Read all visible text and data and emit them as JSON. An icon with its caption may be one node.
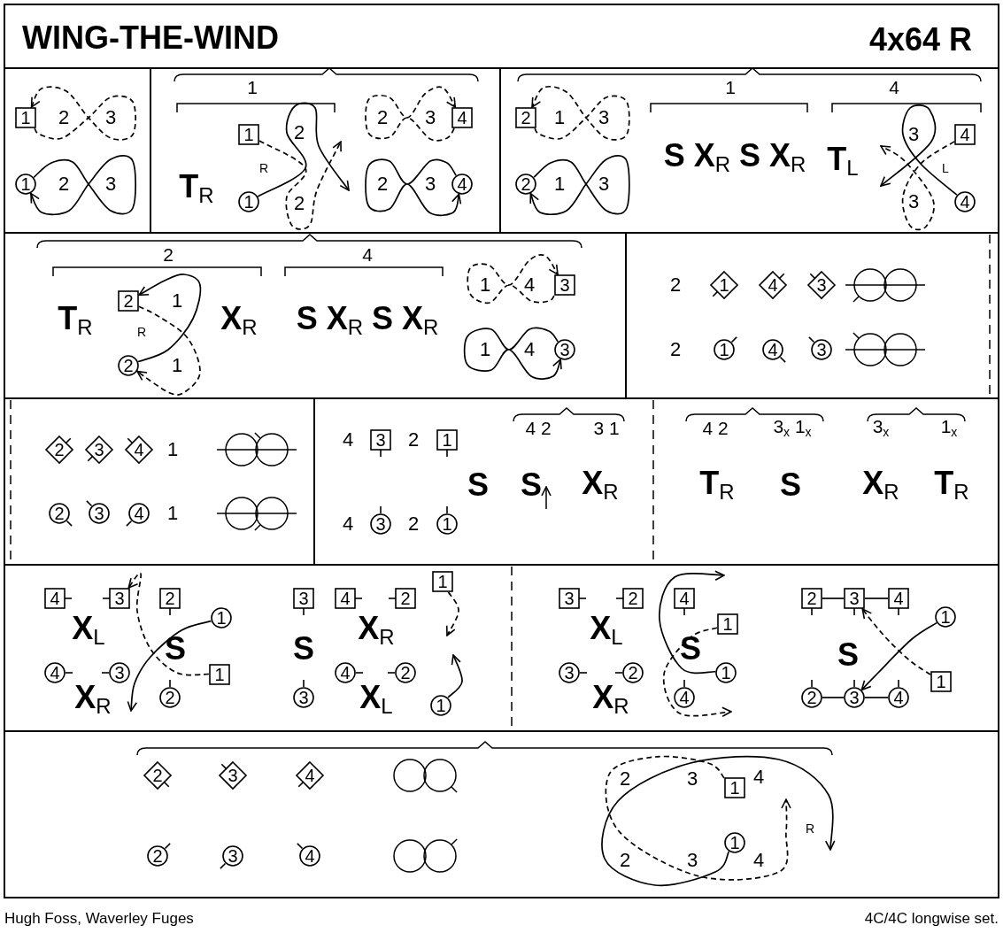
{
  "diagram": {
    "title": "WING-THE-WIND",
    "nodes": [
      {
        "text": [
          "1"
        ]
      },
      {
        "text": [
          "1"
        ]
      },
      {
        "text": [
          "1"
        ]
      },
      {
        "text": [
          "1"
        ]
      },
      {
        "text": [
          "4"
        ]
      },
      {
        "text": [
          "4"
        ]
      },
      {
        "text": [
          "2"
        ]
      },
      {
        "text": [
          "2"
        ]
      },
      {
        "text": [
          "4"
        ]
      },
      {
        "text": [
          "4"
        ]
      },
      {
        "text": [
          "2"
        ]
      },
      {
        "text": [
          "2"
        ]
      },
      {
        "text": [
          "3"
        ]
      },
      {
        "text": [
          "3"
        ]
      },
      {
        "text": [
          "1"
        ]
      },
      {
        "text": [
          "4"
        ]
      },
      {
        "text": [
          "3"
        ]
      },
      {
        "text": [
          "1"
        ]
      },
      {
        "text": [
          "4"
        ]
      },
      {
        "text": [
          "3"
        ]
      },
      {
        "text": [
          "2"
        ]
      },
      {
        "text": [
          "3"
        ]
      },
      {
        "text": [
          "4"
        ]
      },
      {
        "text": [
          "2"
        ]
      },
      {
        "text": [
          "3"
        ]
      },
      {
        "text": [
          "4"
        ]
      },
      {
        "text": [
          "3"
        ]
      },
      {
        "text": [
          "1"
        ]
      },
      {
        "text": [
          "3"
        ]
      },
      {
        "text": [
          "1"
        ]
      },
      {
        "text": [
          "4"
        ]
      },
      {
        "text": [
          "3"
        ]
      },
      {
        "text": [
          "2"
        ]
      },
      {
        "text": [
          "1"
        ]
      },
      {
        "text": [
          "4"
        ]
      },
      {
        "text": [
          "3"
        ]
      },
      {
        "text": [
          "2"
        ]
      },
      {
        "text": [
          "1"
        ]
      },
      {
        "text": [
          "3"
        ]
      },
      {
        "text": [
          "4"
        ]
      },
      {
        "text": [
          "2"
        ]
      },
      {
        "text": [
          "1"
        ]
      },
      {
        "text": [
          "3"
        ]
      },
      {
        "text": [
          "4"
        ]
      },
      {
        "text": [
          "2"
        ]
      },
      {
        "text": [
          "1"
        ]
      },
      {
        "text": [
          "3"
        ]
      },
      {
        "text": [
          "2"
        ]
      },
      {
        "text": [
          "4"
        ]
      },
      {
        "text": [
          "1"
        ]
      },
      {
        "text": [
          "3"
        ]
      },
      {
        "text": [
          "2"
        ]
      },
      {
        "text": [
          "1"
        ]
      },
      {
        "text": [
          "4"
        ]
      },
      {
        "text": [
          "2"
        ]
      },
      {
        "text": [
          "3"
        ]
      },
      {
        "text": [
          "4"
        ]
      },
      {
        "text": [
          "1"
        ]
      },
      {
        "text": [
          "1"
        ]
      },
      {
        "text": [
          "2"
        ]
      },
      {
        "text": [
          "3"
        ]
      },
      {
        "text": [
          "4"
        ]
      },
      {
        "text": [
          "2"
        ]
      },
      {
        "text": [
          "3"
        ]
      },
      {
        "text": [
          "4"
        ]
      },
      {
        "text": [
          "2"
        ]
      },
      {
        "text": [
          "3"
        ]
      },
      {
        "text": [
          "4"
        ]
      },
      {
        "text": [
          "1"
        ]
      },
      {
        "text": [
          "1"
        ]
      }
    ],
    "edges": [
      {
        "from": 0,
        "to": 0,
        "arrow": "to",
        "style": "dashed"
      },
      {
        "from": 1,
        "to": 1,
        "arrow": "to"
      },
      {
        "from": 2,
        "to": null,
        "arrow": "to",
        "style": "dashed"
      },
      {
        "from": 3,
        "to": null,
        "arrow": "to"
      },
      {
        "from": 4,
        "to": 4,
        "arrow": "to",
        "style": "dashed"
      },
      {
        "from": 5,
        "to": 5,
        "arrow": "to"
      },
      {
        "from": 6,
        "to": 6,
        "arrow": "to",
        "style": "dashed"
      },
      {
        "from": 7,
        "to": 7,
        "arrow": "to"
      },
      {
        "from": 8,
        "to": null,
        "arrow": "to",
        "style": "dashed"
      },
      {
        "from": 9,
        "to": null,
        "arrow": "to"
      },
      {
        "from": 11,
        "to": 10,
        "arrow": "to"
      },
      {
        "from": 10,
        "to": 11,
        "arrow": "to",
        "style": "dashed"
      },
      {
        "from": 12,
        "to": 12,
        "arrow": "to",
        "style": "dashed"
      },
      {
        "from": 13,
        "to": 13,
        "arrow": "to"
      },
      {
        "from": 33,
        "to": null,
        "arrow": "to"
      },
      {
        "from": 37,
        "to": 31,
        "arrow": "to",
        "style": "dashed"
      },
      {
        "from": 41,
        "to": null,
        "arrow": "to",
        "style": "dashed"
      },
      {
        "from": 45,
        "to": null,
        "arrow": "to"
      },
      {
        "from": 52,
        "to": null,
        "arrow": "to"
      },
      {
        "from": 49,
        "to": null,
        "arrow": "to",
        "style": "dashed"
      },
      {
        "from": 54,
        "to": 55,
        "arrow": "none"
      },
      {
        "from": 55,
        "to": 56,
        "arrow": "none"
      },
      {
        "from": 59,
        "to": 60,
        "arrow": "none"
      },
      {
        "from": 60,
        "to": 61,
        "arrow": "none"
      },
      {
        "from": 57,
        "to": 60,
        "arrow": "to"
      },
      {
        "from": 58,
        "to": 55,
        "arrow": "to",
        "style": "dashed"
      },
      {
        "from": 69,
        "to": null,
        "arrow": "to"
      },
      {
        "from": 68,
        "to": null,
        "arrow": "to",
        "style": "dashed"
      }
    ],
    "labels": [
      "4x64 R",
      "2",
      "3",
      "2",
      "3",
      "1",
      "T$_{R}$",
      "R",
      "2",
      "2",
      "2",
      "3",
      "2",
      "3",
      "1",
      "3",
      "1",
      "3",
      "1",
      "S X$_{R}$ S X$_{R}$",
      "4",
      "T$_{L}$",
      "3",
      "L",
      "3",
      "2",
      "4",
      "T$_{R}$",
      "1",
      "R",
      "1",
      "X$_{R}$",
      "S X$_{R}$ S X$_{R}$",
      "1",
      "4",
      "1",
      "4",
      "2",
      "2",
      "1",
      "1",
      "4",
      "2",
      "4 2",
      "3 1",
      "S",
      "S",
      "X$_{R}$",
      "4",
      "2",
      "4 2",
      "3$_{x}$ 1$_{x}$",
      "3$_{x}$",
      "1$_{x}$",
      "T$_{R}$",
      "S",
      "X$_{R}$",
      "T$_{R}$",
      "X$_{L}$",
      "S",
      "X$_{R}$",
      "S",
      "X$_{R}$",
      "X$_{L}$",
      "X$_{L}$",
      "S",
      "X$_{R}$",
      "S",
      "2",
      "3",
      "4",
      "R",
      "2",
      "3",
      "4",
      "Hugh Foss, Waverley Fuges",
      "4C/4C longwise set."
    ]
  }
}
